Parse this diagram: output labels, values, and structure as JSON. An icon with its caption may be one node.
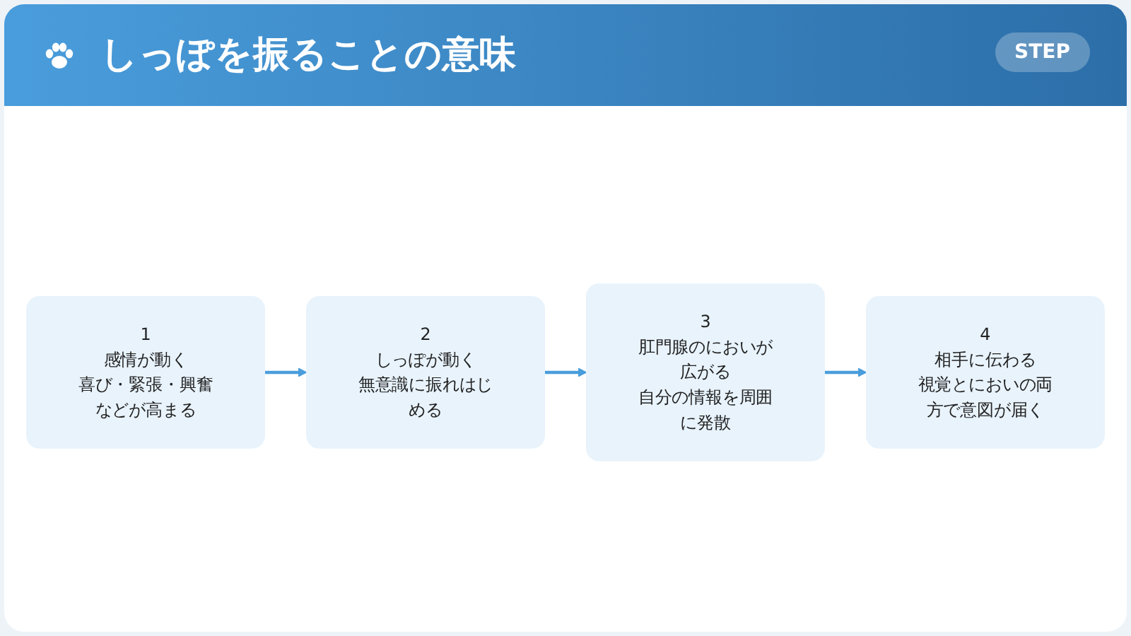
{
  "diagram": {
    "title": "しっぽを振ることの意味",
    "nodes": [
      {
        "text": [
          "1",
          "感情が動く",
          "喜び・緊張・興奮などが高まる"
        ]
      },
      {
        "text": [
          "2",
          "しっぽが動く",
          "無意識に振れはじめる"
        ]
      },
      {
        "text": [
          "3",
          "肛門腺のにおいが広がる",
          "自分の情報を周囲に発散"
        ]
      },
      {
        "text": [
          "4",
          "相手に伝わる",
          "視覚とにおいの両方で意図が届く"
        ]
      }
    ],
    "edges": [
      {
        "from": 0,
        "to": 1,
        "arrow": "to"
      },
      {
        "from": 1,
        "to": 2,
        "arrow": "to"
      },
      {
        "from": 2,
        "to": 3,
        "arrow": "to"
      }
    ],
    "labels": [
      "STEP"
    ]
  }
}
